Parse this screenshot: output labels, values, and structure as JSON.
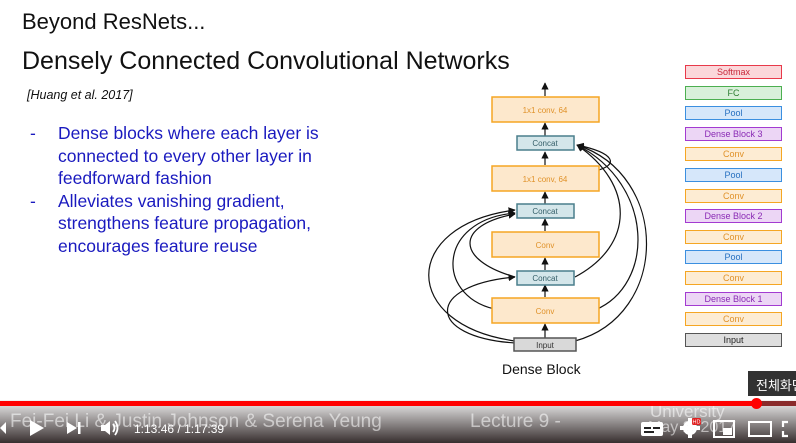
{
  "slide": {
    "title": "Beyond ResNets...",
    "subtitle": "Densely Connected Convolutional Networks",
    "citation": "[Huang et al. 2017]",
    "bullets": [
      {
        "dash": "-",
        "text": "Dense blocks where each layer is connected to every other layer in feedforward fashion"
      },
      {
        "dash": "-",
        "text": "Alleviates vanishing gradient, strengthens feature propagation, encourages feature reuse"
      }
    ],
    "dense_block": {
      "caption": "Dense Block",
      "layers": [
        "1x1 conv, 64",
        "Concat",
        "1x1 conv, 64",
        "Concat",
        "Conv",
        "Concat",
        "Conv",
        "Input"
      ]
    },
    "architecture_stack": [
      {
        "label": "Softmax",
        "color": "#e8394a"
      },
      {
        "label": "FC",
        "color": "#4caf50"
      },
      {
        "label": "Pool",
        "color": "#3b8fe0"
      },
      {
        "label": "Dense Block 3",
        "color": "#a33bd1"
      },
      {
        "label": "Conv",
        "color": "#f5a623"
      },
      {
        "label": "Pool",
        "color": "#3b8fe0"
      },
      {
        "label": "Conv",
        "color": "#f5a623"
      },
      {
        "label": "Dense Block 2",
        "color": "#a33bd1"
      },
      {
        "label": "Conv",
        "color": "#f5a623"
      },
      {
        "label": "Pool",
        "color": "#3b8fe0"
      },
      {
        "label": "Conv",
        "color": "#f5a623"
      },
      {
        "label": "Dense Block 1",
        "color": "#a33bd1"
      },
      {
        "label": "Conv",
        "color": "#f5a623"
      },
      {
        "label": "Input",
        "color": "#555555"
      }
    ]
  },
  "footer": {
    "authors": "Fei-Fei Li & Justin Johnson & Serena Yeung",
    "lecture": "Lecture 9 -",
    "university": "University",
    "date": "May 2, 2017"
  },
  "player": {
    "current_time": "1:13:46",
    "separator": " / ",
    "duration": "1:17:39",
    "progress": 0.95,
    "tooltip": "전체화면",
    "icons": [
      "prev-icon",
      "play-icon",
      "next-icon",
      "volume-icon",
      "subtitles-icon",
      "settings-icon",
      "miniplayer-icon",
      "theater-icon",
      "fullscreen-icon"
    ]
  }
}
